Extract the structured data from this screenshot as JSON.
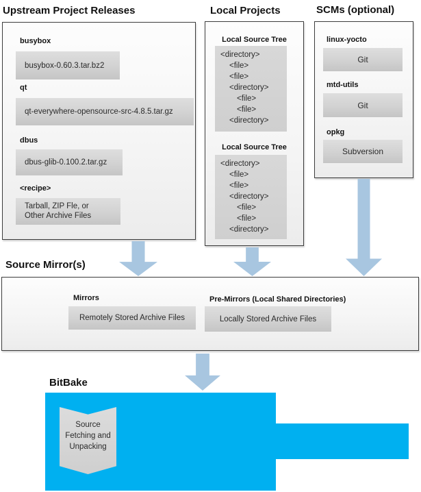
{
  "colors": {
    "bitbake_blue": "#00b0f0",
    "arrow_blue": "#a8c6e0",
    "item_gray": "#d6d6d6",
    "box_border": "#3b3b3b"
  },
  "icons": {
    "flow_arrow": "down-arrow"
  },
  "upstream": {
    "title": "Upstream Project Releases",
    "items": [
      {
        "label": "busybox",
        "value": "busybox-0.60.3.tar.bz2"
      },
      {
        "label": "qt",
        "value": "qt-everywhere-opensource-src-4.8.5.tar.gz"
      },
      {
        "label": "dbus",
        "value": "dbus-glib-0.100.2.tar.gz"
      },
      {
        "label": "<recipe>",
        "value": "Tarball, ZIP Fle, or\nOther Archive Files"
      }
    ]
  },
  "local_projects": {
    "title": "Local Projects",
    "tree_label": "Local Source Tree",
    "tree_lines": [
      {
        "text": "<directory>",
        "indent": 0
      },
      {
        "text": "<file>",
        "indent": 1
      },
      {
        "text": "<file>",
        "indent": 1
      },
      {
        "text": "<directory>",
        "indent": 1
      },
      {
        "text": "<file>",
        "indent": 2
      },
      {
        "text": "<file>",
        "indent": 2
      },
      {
        "text": "<directory>",
        "indent": 1
      }
    ]
  },
  "scms": {
    "title": "SCMs (optional)",
    "items": [
      {
        "label": "linux-yocto",
        "value": "Git"
      },
      {
        "label": "mtd-utils",
        "value": "Git"
      },
      {
        "label": "opkg",
        "value": "Subversion"
      }
    ]
  },
  "source_mirrors": {
    "title": "Source Mirror(s)",
    "mirrors": {
      "label": "Mirrors",
      "value": "Remotely Stored Archive Files"
    },
    "premirrors": {
      "label": "Pre-Mirrors (Local Shared Directories)",
      "value": "Locally Stored Archive Files"
    }
  },
  "bitbake": {
    "title": "BitBake",
    "process": "Source\nFetching and\nUnpacking"
  }
}
